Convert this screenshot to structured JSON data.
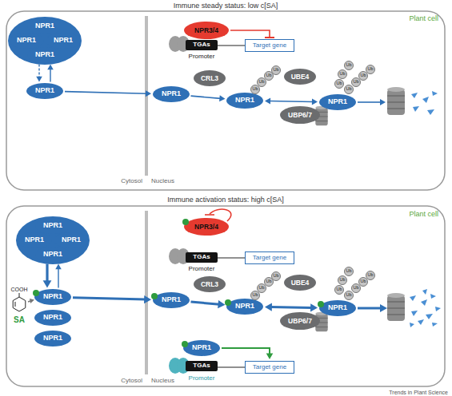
{
  "diagram": {
    "nodes": [
      {
        "text": [
          "NPR1"
        ]
      },
      {
        "text": [
          "NPR1"
        ]
      },
      {
        "text": [
          "NPR1"
        ]
      },
      {
        "text": [
          "NPR1"
        ]
      },
      {
        "text": [
          "NPR1"
        ]
      },
      {
        "text": [
          "NPR3/4"
        ]
      },
      {
        "text": [
          "TGAs"
        ]
      },
      {
        "text": [
          "Target gene"
        ]
      },
      {
        "text": [
          "CRL3"
        ]
      },
      {
        "text": [
          "NPR1"
        ]
      },
      {
        "text": [
          "NPR1"
        ]
      },
      {
        "text": [
          "UBE4"
        ]
      },
      {
        "text": [
          "UBP6/7"
        ]
      },
      {
        "text": [
          "NPR1"
        ]
      },
      {
        "text": [
          "NPR1"
        ]
      },
      {
        "text": [
          "NPR1"
        ]
      },
      {
        "text": [
          "NPR1"
        ]
      },
      {
        "text": [
          "NPR1"
        ]
      },
      {
        "text": [
          "NPR1"
        ]
      },
      {
        "text": [
          "NPR1"
        ]
      },
      {
        "text": [
          "NPR1"
        ]
      },
      {
        "text": [
          "NPR3/4"
        ]
      },
      {
        "text": [
          "TGAs"
        ]
      },
      {
        "text": [
          "Target gene"
        ]
      },
      {
        "text": [
          "CRL3"
        ]
      },
      {
        "text": [
          "NPR1"
        ]
      },
      {
        "text": [
          "NPR1"
        ]
      },
      {
        "text": [
          "UBE4"
        ]
      },
      {
        "text": [
          "UBP6/7"
        ]
      },
      {
        "text": [
          "NPR1"
        ]
      },
      {
        "text": [
          "NPR1"
        ]
      },
      {
        "text": [
          "TGAs"
        ]
      },
      {
        "text": [
          "Target gene"
        ]
      }
    ],
    "edges": [
      {
        "from": 3,
        "to": 4,
        "arrow": "to"
      },
      {
        "from": 4,
        "to": 3,
        "arrow": "to"
      },
      {
        "from": 4,
        "to": 9,
        "arrow": "to"
      },
      {
        "from": 9,
        "to": 10,
        "arrow": "to"
      },
      {
        "from": 10,
        "to": 13,
        "arrow": "both"
      },
      {
        "from": 5,
        "to": 7,
        "arrow": "to"
      },
      {
        "from": 17,
        "to": 18,
        "arrow": "to"
      },
      {
        "from": 18,
        "to": 17,
        "arrow": "to"
      },
      {
        "from": 18,
        "to": 25,
        "arrow": "to"
      },
      {
        "from": 25,
        "to": 26,
        "arrow": "to"
      },
      {
        "from": 26,
        "to": 29,
        "arrow": "both"
      },
      {
        "from": 30,
        "to": 32,
        "arrow": "to"
      }
    ],
    "labels": [
      "Immune steady status: low c[SA]",
      "Plant cell",
      "Cytosol",
      "Nucleus",
      "Promoter",
      "Ub",
      "Ub",
      "Ub",
      "Ub",
      "Ub",
      "Ub",
      "Ub",
      "Ub",
      "Ub",
      "Ub",
      "Ub",
      "Immune activation status: high c[SA]",
      "Plant cell",
      "COOH",
      "SA",
      "Cytosol",
      "Nucleus",
      "Promoter",
      "Ub",
      "Ub",
      "Ub",
      "Ub",
      "Ub",
      "Ub",
      "Ub",
      "Ub",
      "Ub",
      "Ub",
      "Ub",
      "Promoter",
      "Trends in Plant Science"
    ]
  }
}
